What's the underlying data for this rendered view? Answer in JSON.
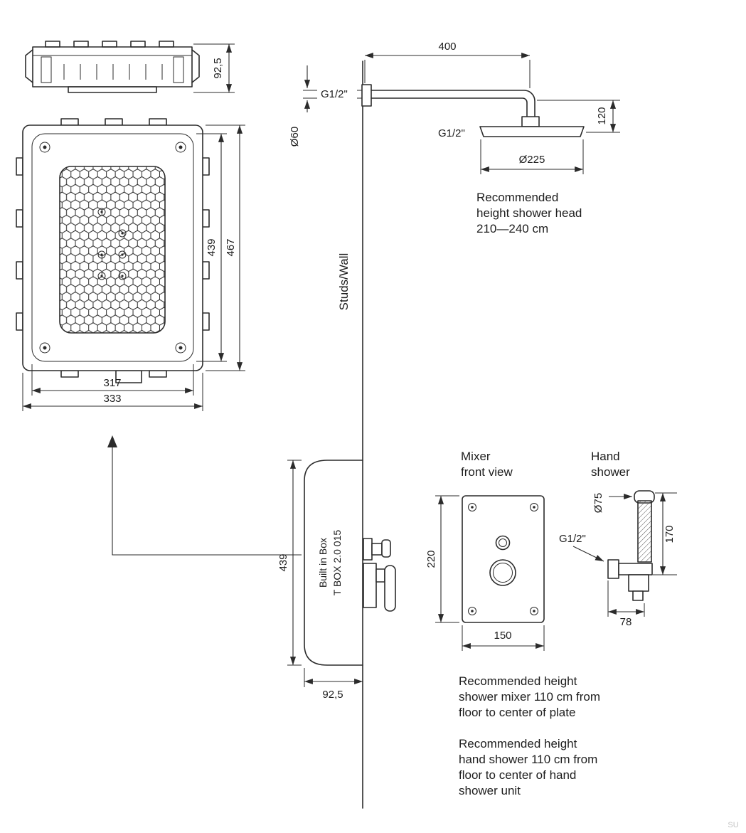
{
  "drawing": {
    "labels": {
      "studs_wall": "Studs/Wall",
      "g_half_inch": "G1/2\"",
      "built_in_box_line1": "Built in Box",
      "built_in_box_line2": "T BOX 2.0 015",
      "mixer_front_view_line1": "Mixer",
      "mixer_front_view_line2": "front view",
      "hand_shower_line1": "Hand",
      "hand_shower_line2": "shower",
      "watermark": "SU"
    },
    "dimensions": {
      "box_top_height": "92,5",
      "box_inner_height": "439",
      "box_outer_height": "467",
      "box_inner_width": "317",
      "box_outer_width": "333",
      "arm_length": "400",
      "arm_diameter": "Ø60",
      "head_drop": "120",
      "head_diameter": "Ø225",
      "box_side_height": "439",
      "box_side_depth": "92,5",
      "mixer_plate_height": "220",
      "mixer_plate_width": "150",
      "hand_shower_diameter": "Ø75",
      "hand_shower_height": "170",
      "hand_shower_offset": "78"
    },
    "notes": {
      "shower_head": [
        "Recommended",
        "height shower head",
        "210—240 cm"
      ],
      "mixer": [
        "Recommended height",
        "shower mixer 110 cm from",
        "floor to center of plate"
      ],
      "hand_shower": [
        "Recommended height",
        "hand shower 110 cm from",
        "floor to center of hand",
        "shower unit"
      ]
    }
  }
}
